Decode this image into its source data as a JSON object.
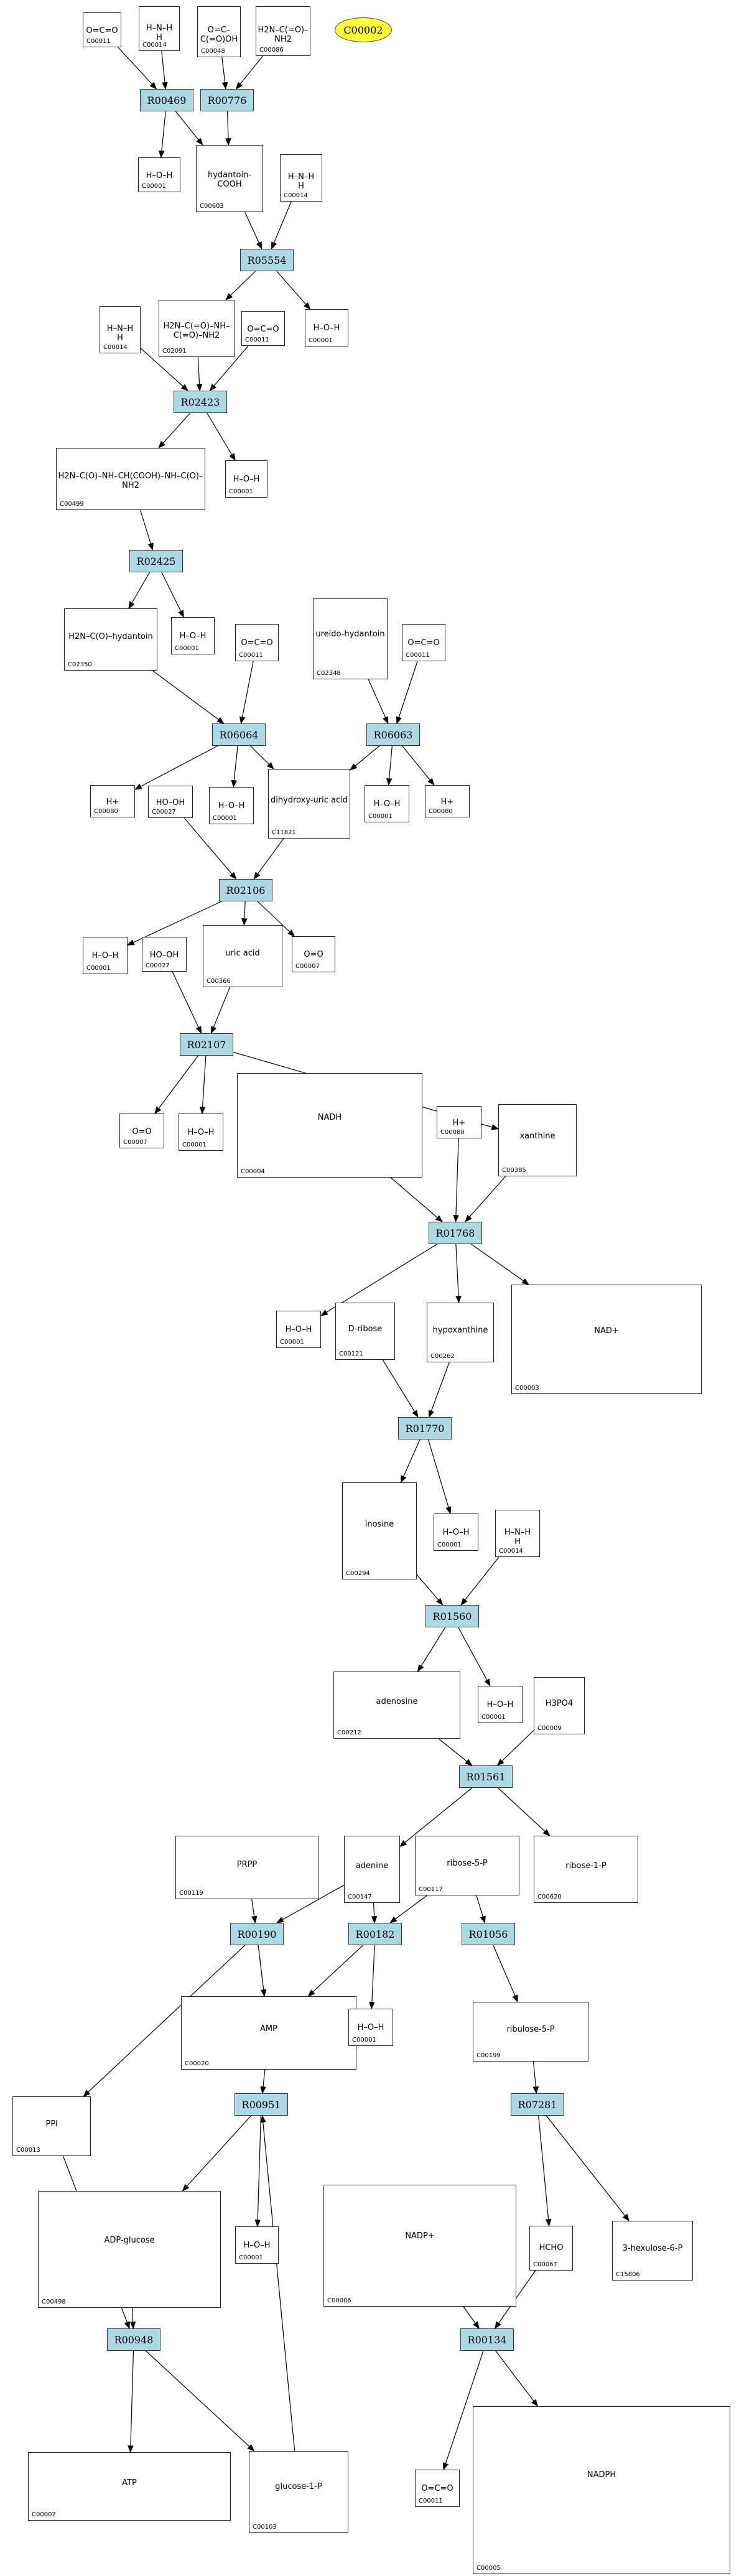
{
  "highlight": "C00002",
  "reactions": [
    {
      "id": "r00469",
      "label": "R00469"
    },
    {
      "id": "r00776",
      "label": "R00776"
    },
    {
      "id": "r05554",
      "label": "R05554"
    },
    {
      "id": "r02423",
      "label": "R02423"
    },
    {
      "id": "r02425",
      "label": "R02425"
    },
    {
      "id": "r06064",
      "label": "R06064"
    },
    {
      "id": "r06063",
      "label": "R06063"
    },
    {
      "id": "r02106",
      "label": "R02106"
    },
    {
      "id": "r02107",
      "label": "R02107"
    },
    {
      "id": "r01768",
      "label": "R01768"
    },
    {
      "id": "r01770",
      "label": "R01770"
    },
    {
      "id": "r01560",
      "label": "R01560"
    },
    {
      "id": "r01561",
      "label": "R01561"
    },
    {
      "id": "r00190",
      "label": "R00190"
    },
    {
      "id": "r00182",
      "label": "R00182"
    },
    {
      "id": "r01056",
      "label": "R01056"
    },
    {
      "id": "r00951",
      "label": "R00951"
    },
    {
      "id": "r07281",
      "label": "R07281"
    },
    {
      "id": "r00948",
      "label": "R00948"
    },
    {
      "id": "r00134",
      "label": "R00134"
    }
  ],
  "compounds": [
    {
      "id": "c1",
      "label": "C00011",
      "formula": "O=C=O"
    },
    {
      "id": "c2",
      "label": "C00014",
      "formula": "H–N–H\nH"
    },
    {
      "id": "c3",
      "label": "C00048",
      "formula": "O=C–C(=O)OH"
    },
    {
      "id": "c4",
      "label": "C00086",
      "formula": "H2N–C(=O)–NH2"
    },
    {
      "id": "c5",
      "label": "C00001",
      "formula": "H–O–H"
    },
    {
      "id": "c6",
      "label": "C00603",
      "formula": "hydantoin-COOH"
    },
    {
      "id": "c7",
      "label": "C00014",
      "formula": "H–N–H\nH"
    },
    {
      "id": "c8",
      "label": "C00014",
      "formula": "H–N–H\nH"
    },
    {
      "id": "c9",
      "label": "C02091",
      "formula": "H2N–C(=O)–NH–C(=O)–NH2"
    },
    {
      "id": "c10",
      "label": "C00011",
      "formula": "O=C=O"
    },
    {
      "id": "c11",
      "label": "C00001",
      "formula": "H–O–H"
    },
    {
      "id": "c12",
      "label": "C00001",
      "formula": "H–O–H"
    },
    {
      "id": "c13",
      "label": "C00499",
      "formula": "H2N–C(O)–NH–CH(COOH)–NH–C(O)–NH2"
    },
    {
      "id": "c14",
      "label": "C02350",
      "formula": "H2N–C(O)–hydantoin"
    },
    {
      "id": "c15",
      "label": "C00001",
      "formula": "H–O–H"
    },
    {
      "id": "c16",
      "label": "C00011",
      "formula": "O=C=O"
    },
    {
      "id": "c17",
      "label": "C02348",
      "formula": "ureido-hydantoin"
    },
    {
      "id": "c18",
      "label": "C00011",
      "formula": "O=C=O"
    },
    {
      "id": "c19",
      "label": "C00080",
      "formula": "H+"
    },
    {
      "id": "c20",
      "label": "C00027",
      "formula": "HO–OH"
    },
    {
      "id": "c21",
      "label": "C00001",
      "formula": "H–O–H"
    },
    {
      "id": "c22",
      "label": "C11821",
      "formula": "dihydroxy-uric acid"
    },
    {
      "id": "c23",
      "label": "C00001",
      "formula": "H–O–H"
    },
    {
      "id": "c24",
      "label": "C00080",
      "formula": "H+"
    },
    {
      "id": "c25",
      "label": "C00001",
      "formula": "H–O–H"
    },
    {
      "id": "c26",
      "label": "C00027",
      "formula": "HO–OH"
    },
    {
      "id": "c27",
      "label": "C00366",
      "formula": "uric acid"
    },
    {
      "id": "c28",
      "label": "C00007",
      "formula": "O=O"
    },
    {
      "id": "c29",
      "label": "C00007",
      "formula": "O=O"
    },
    {
      "id": "c30",
      "label": "C00001",
      "formula": "H–O–H"
    },
    {
      "id": "c31",
      "label": "C00004",
      "formula": "NADH"
    },
    {
      "id": "c32",
      "label": "C00080",
      "formula": "H+"
    },
    {
      "id": "c33",
      "label": "C00385",
      "formula": "xanthine"
    },
    {
      "id": "c34",
      "label": "C00001",
      "formula": "H–O–H"
    },
    {
      "id": "c35",
      "label": "C00121",
      "formula": "D-ribose"
    },
    {
      "id": "c36",
      "label": "C00262",
      "formula": "hypoxanthine"
    },
    {
      "id": "c37",
      "label": "C00003",
      "formula": "NAD+"
    },
    {
      "id": "c38",
      "label": "C00294",
      "formula": "inosine"
    },
    {
      "id": "c39",
      "label": "C00001",
      "formula": "H–O–H"
    },
    {
      "id": "c40",
      "label": "C00014",
      "formula": "H–N–H\nH"
    },
    {
      "id": "c41",
      "label": "C00212",
      "formula": "adenosine"
    },
    {
      "id": "c42",
      "label": "C00001",
      "formula": "H–O–H"
    },
    {
      "id": "c43",
      "label": "C00009",
      "formula": "H3PO4"
    },
    {
      "id": "c44",
      "label": "C00119",
      "formula": "PRPP"
    },
    {
      "id": "c45",
      "label": "C00147",
      "formula": "adenine"
    },
    {
      "id": "c46",
      "label": "C00117",
      "formula": "ribose-5-P"
    },
    {
      "id": "c47",
      "label": "C00620",
      "formula": "ribose-1-P"
    },
    {
      "id": "c48",
      "label": "C00020",
      "formula": "AMP"
    },
    {
      "id": "c49",
      "label": "C00001",
      "formula": "H–O–H"
    },
    {
      "id": "c50",
      "label": "C00199",
      "formula": "ribulose-5-P"
    },
    {
      "id": "c51",
      "label": "C00013",
      "formula": "PPi"
    },
    {
      "id": "c52",
      "label": "C00498",
      "formula": "ADP-glucose"
    },
    {
      "id": "c53",
      "label": "C00001",
      "formula": "H–O–H"
    },
    {
      "id": "c54",
      "label": "C00006",
      "formula": "NADP+"
    },
    {
      "id": "c55",
      "label": "C00067",
      "formula": "HCHO"
    },
    {
      "id": "c56",
      "label": "C15806",
      "formula": "3-hexulose-6-P"
    },
    {
      "id": "c57",
      "label": "C00002",
      "formula": "ATP"
    },
    {
      "id": "c58",
      "label": "C00103",
      "formula": "glucose-1-P"
    },
    {
      "id": "c59",
      "label": "C00011",
      "formula": "O=C=O"
    },
    {
      "id": "c60",
      "label": "C00005",
      "formula": "NADPH"
    }
  ]
}
